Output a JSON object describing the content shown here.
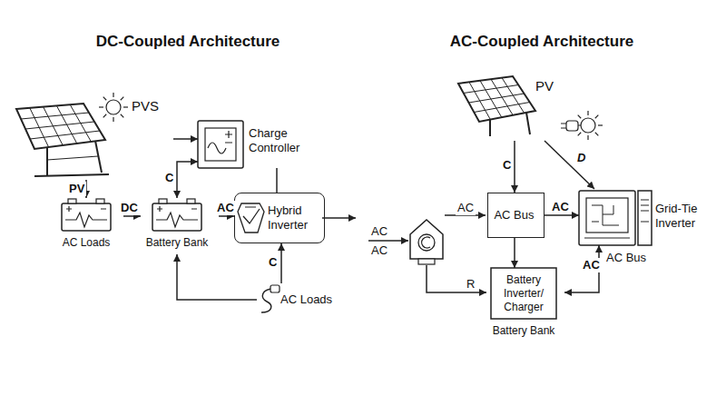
{
  "diagram": {
    "nodes": [
      {
        "text": [
          "PVS"
        ]
      },
      {
        "text": [
          "Charge Controller"
        ]
      },
      {
        "text": [
          "AC Loads"
        ]
      },
      {
        "text": [
          "Battery Bank"
        ]
      },
      {
        "text": [
          "Hybrid Inverter"
        ]
      },
      {
        "text": [
          "AC Loads"
        ]
      },
      {
        "text": [
          "PV"
        ]
      },
      {
        "text": [
          "AC Bus"
        ]
      },
      {
        "text": [
          "Grid-Tie Inverter"
        ]
      },
      {
        "text": [
          "Battery Inverter/ Charger",
          "Battery Bank"
        ]
      }
    ],
    "edges": [
      {
        "from": 0,
        "to": 1,
        "arrow": "to"
      },
      {
        "from": 0,
        "to": 2,
        "label": "PV",
        "arrow": "to"
      },
      {
        "from": 1,
        "to": 3,
        "label": "C",
        "arrow": "both"
      },
      {
        "from": 1,
        "to": 4,
        "arrow": "none"
      },
      {
        "from": 2,
        "to": 3,
        "label": "DC",
        "arrow": "to"
      },
      {
        "from": 3,
        "to": 4,
        "label": "AC",
        "arrow": "to"
      },
      {
        "from": 5,
        "to": 4,
        "label": "C",
        "arrow": "to"
      },
      {
        "from": 5,
        "to": 3,
        "arrow": "to"
      },
      {
        "from": 6,
        "to": 7,
        "label": "C",
        "arrow": "to"
      },
      {
        "from": 6,
        "to": 8,
        "label": "D",
        "arrow": "to"
      },
      {
        "from": 7,
        "to": 8,
        "label": "AC",
        "arrow": "to"
      },
      {
        "from": 7,
        "to": 9,
        "arrow": "to"
      },
      {
        "from": 9,
        "to": 8,
        "label": "AC",
        "arrow": "both"
      }
    ],
    "labels": [
      "DC-Coupled Architecture",
      "AC-Coupled Architecture",
      "AC",
      "AC",
      "AC",
      "R",
      "AC Bus"
    ]
  }
}
